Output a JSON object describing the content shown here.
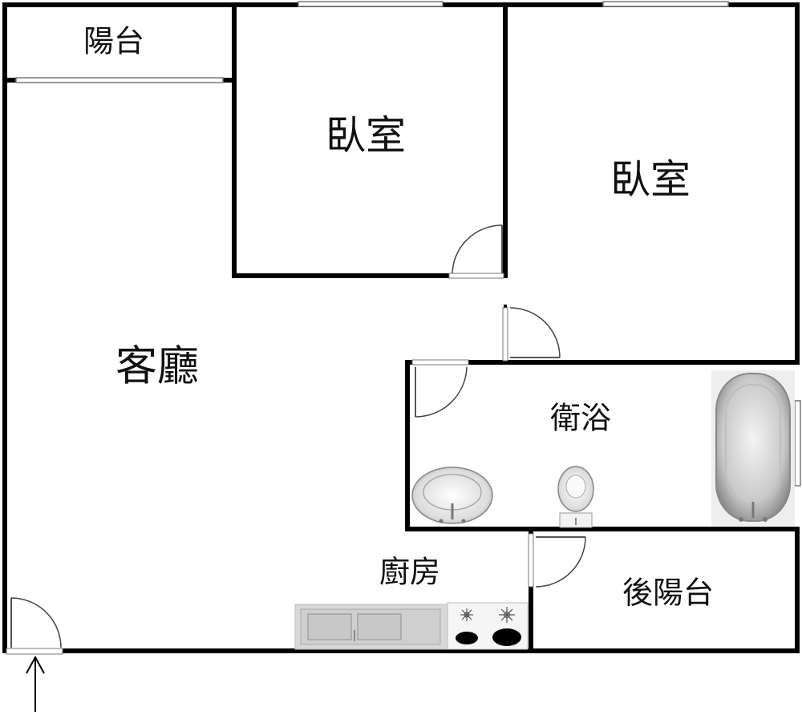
{
  "rooms": {
    "balcony": "陽台",
    "bedroom_1": "臥室",
    "bedroom_2": "臥室",
    "living_room": "客廳",
    "bathroom": "衛浴",
    "kitchen": "廚房",
    "rear_balcony": "後陽台"
  },
  "icons": {
    "entrance": "entrance-arrow-icon",
    "door": "door-swing-icon",
    "sink": "sink-icon",
    "toilet": "toilet-icon",
    "bathtub": "bathtub-icon",
    "counter": "kitchen-counter-icon",
    "stove": "stove-icon"
  },
  "colors": {
    "wall": "#000000",
    "fixture": "#d8d8d8"
  }
}
